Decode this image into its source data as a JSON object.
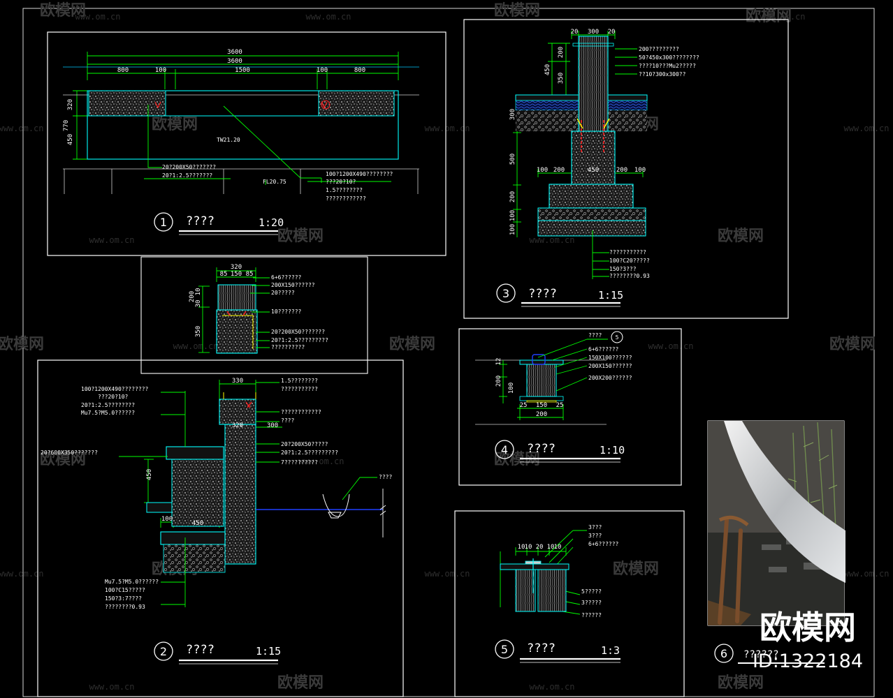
{
  "watermark": {
    "site": "www.om.cn",
    "brand": "欧模网"
  },
  "brand_big": "欧模网",
  "brand_id": "ID:1322184",
  "details": [
    {
      "num": "1",
      "title": "????",
      "scale": "1:20",
      "dims": [
        "3600",
        "3600",
        "800",
        "100",
        "1500",
        "100",
        "800",
        "320",
        "770",
        "450"
      ],
      "notes": [
        "20?200X50???????",
        "20?1:2.5???????",
        "100?1200X490????????",
        "???20?10?",
        "1.5????????",
        "????????????"
      ],
      "labels": [
        "TW21.20",
        "FL20.75"
      ]
    },
    {
      "num": "2",
      "title": "????",
      "scale": "1:15",
      "dims": [
        "330",
        "320",
        "300",
        "450",
        "100",
        "450"
      ],
      "notes": [
        "100?1200X490????????",
        "???20?10?",
        "20?1:2.5????????",
        "Mu7.5?M5.0??????",
        "20?600X350???????",
        "1.5????????",
        "???????????",
        "????????????",
        "????",
        "20?200X50?????",
        "20?1:2.5?????????",
        "7??????????",
        "????",
        "Mu7.5?M5.0??????",
        "100?C15?????",
        "150?3:7????",
        "????????0.93"
      ]
    },
    {
      "num": "3",
      "title": "????",
      "scale": "1:15",
      "dims": [
        "20",
        "300",
        "20",
        "200",
        "450",
        "350",
        "300",
        "500",
        "100",
        "200",
        "100",
        "450",
        "200",
        "100",
        "200",
        "100"
      ],
      "notes": [
        "200?????????",
        "50?450x300????????",
        "????10???Mu2?????",
        "??10?300x300??",
        "???????????",
        "100?C20?????",
        "150?3???",
        "????????0.93"
      ]
    },
    {
      "num": "4",
      "title": "????",
      "scale": "1:10",
      "dims": [
        "12",
        "200",
        "100",
        "25",
        "150",
        "25",
        "200"
      ],
      "notes": [
        "????",
        "6+6??????",
        "150X100??????",
        "200X150??????",
        "200X200??????"
      ],
      "callout": "5"
    },
    {
      "num": "5",
      "title": "????",
      "scale": "1:3",
      "dims": [
        "10",
        "10",
        "20",
        "10",
        "10"
      ],
      "notes": [
        "3???",
        "3???",
        "6+6??????",
        "5?????",
        "3?????",
        "??????"
      ]
    },
    {
      "num": "6",
      "title": "??????"
    }
  ],
  "sub_detail": {
    "dims": [
      "320",
      "85",
      "150",
      "85",
      "200",
      "10",
      "30",
      "350"
    ],
    "notes": [
      "6+6??????",
      "200X150??????",
      "20?????",
      "10???????",
      "20?200X50???????",
      "20?1:2.5?????????",
      "??????????"
    ]
  },
  "colors": {
    "background": "#000000",
    "frame": "#ffffff",
    "dim_line": "#00ff00",
    "concrete": "#c8c8c8",
    "cyan": "#00ffff",
    "red": "#ff2020",
    "blue": "#2040ff",
    "yellow": "#ffff00"
  }
}
